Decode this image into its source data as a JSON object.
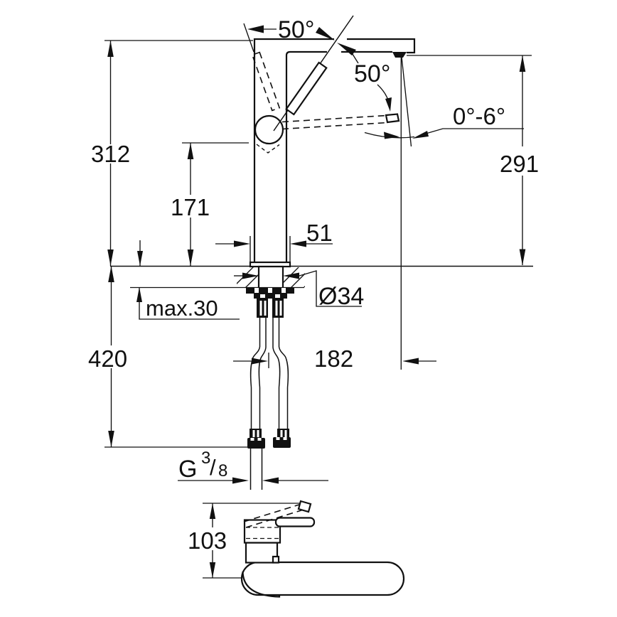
{
  "drawing": {
    "title": "faucet-dimension-drawing",
    "units": "mm",
    "colors": {
      "line": "#111111",
      "background": "#ffffff"
    },
    "labels": {
      "handle_angle_top": "50°",
      "handle_angle_front": "50°",
      "swivel_range": "0°-6°",
      "height_total": "312",
      "height_pivot": "171",
      "height_spout": "291",
      "body_width": "51",
      "deck_max": "max.30",
      "shank_diameter": "Ø34",
      "hose_drop": "420",
      "spout_reach": "182",
      "front_height": "103",
      "thread": {
        "prefix": "G",
        "numerator": "3",
        "slash": "/",
        "denominator": "8"
      }
    }
  }
}
